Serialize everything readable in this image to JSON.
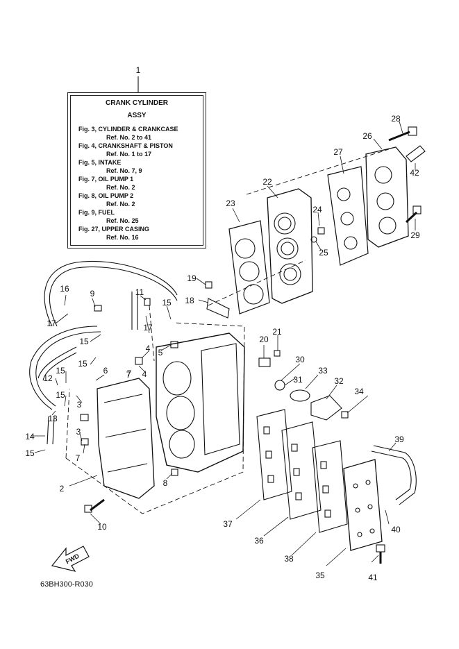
{
  "assy_box": {
    "title_line1": "CRANK CYLINDER",
    "title_line2": "ASSY",
    "refs": [
      {
        "fig": "Fig. 3, CYLINDER & CRANKCASE",
        "ref": "Ref. No. 2 to 41"
      },
      {
        "fig": "Fig. 4, CRANKSHAFT & PISTON",
        "ref": "Ref. No. 1 to 17"
      },
      {
        "fig": "Fig. 5, INTAKE",
        "ref": "Ref. No. 7, 9"
      },
      {
        "fig": "Fig. 7, OIL PUMP 1",
        "ref": "Ref. No. 2"
      },
      {
        "fig": "Fig. 8, OIL PUMP 2",
        "ref": "Ref. No. 2"
      },
      {
        "fig": "Fig. 9, FUEL",
        "ref": "Ref. No. 25"
      },
      {
        "fig": "Fig. 27, UPPER CASING",
        "ref": "Ref. No. 16"
      }
    ]
  },
  "callouts": [
    "1",
    "2",
    "3",
    "3",
    "4",
    "4",
    "5",
    "6",
    "7",
    "7",
    "7",
    "8",
    "9",
    "10",
    "11",
    "12",
    "13",
    "14",
    "15",
    "15",
    "15",
    "15",
    "15",
    "15",
    "16",
    "17",
    "17",
    "18",
    "19",
    "20",
    "21",
    "22",
    "23",
    "24",
    "25",
    "26",
    "27",
    "28",
    "29",
    "30",
    "31",
    "32",
    "33",
    "34",
    "35",
    "36",
    "37",
    "38",
    "39",
    "40",
    "41",
    "42"
  ],
  "fwd_label": "FWD",
  "drawing_code": "63BH300-R030"
}
